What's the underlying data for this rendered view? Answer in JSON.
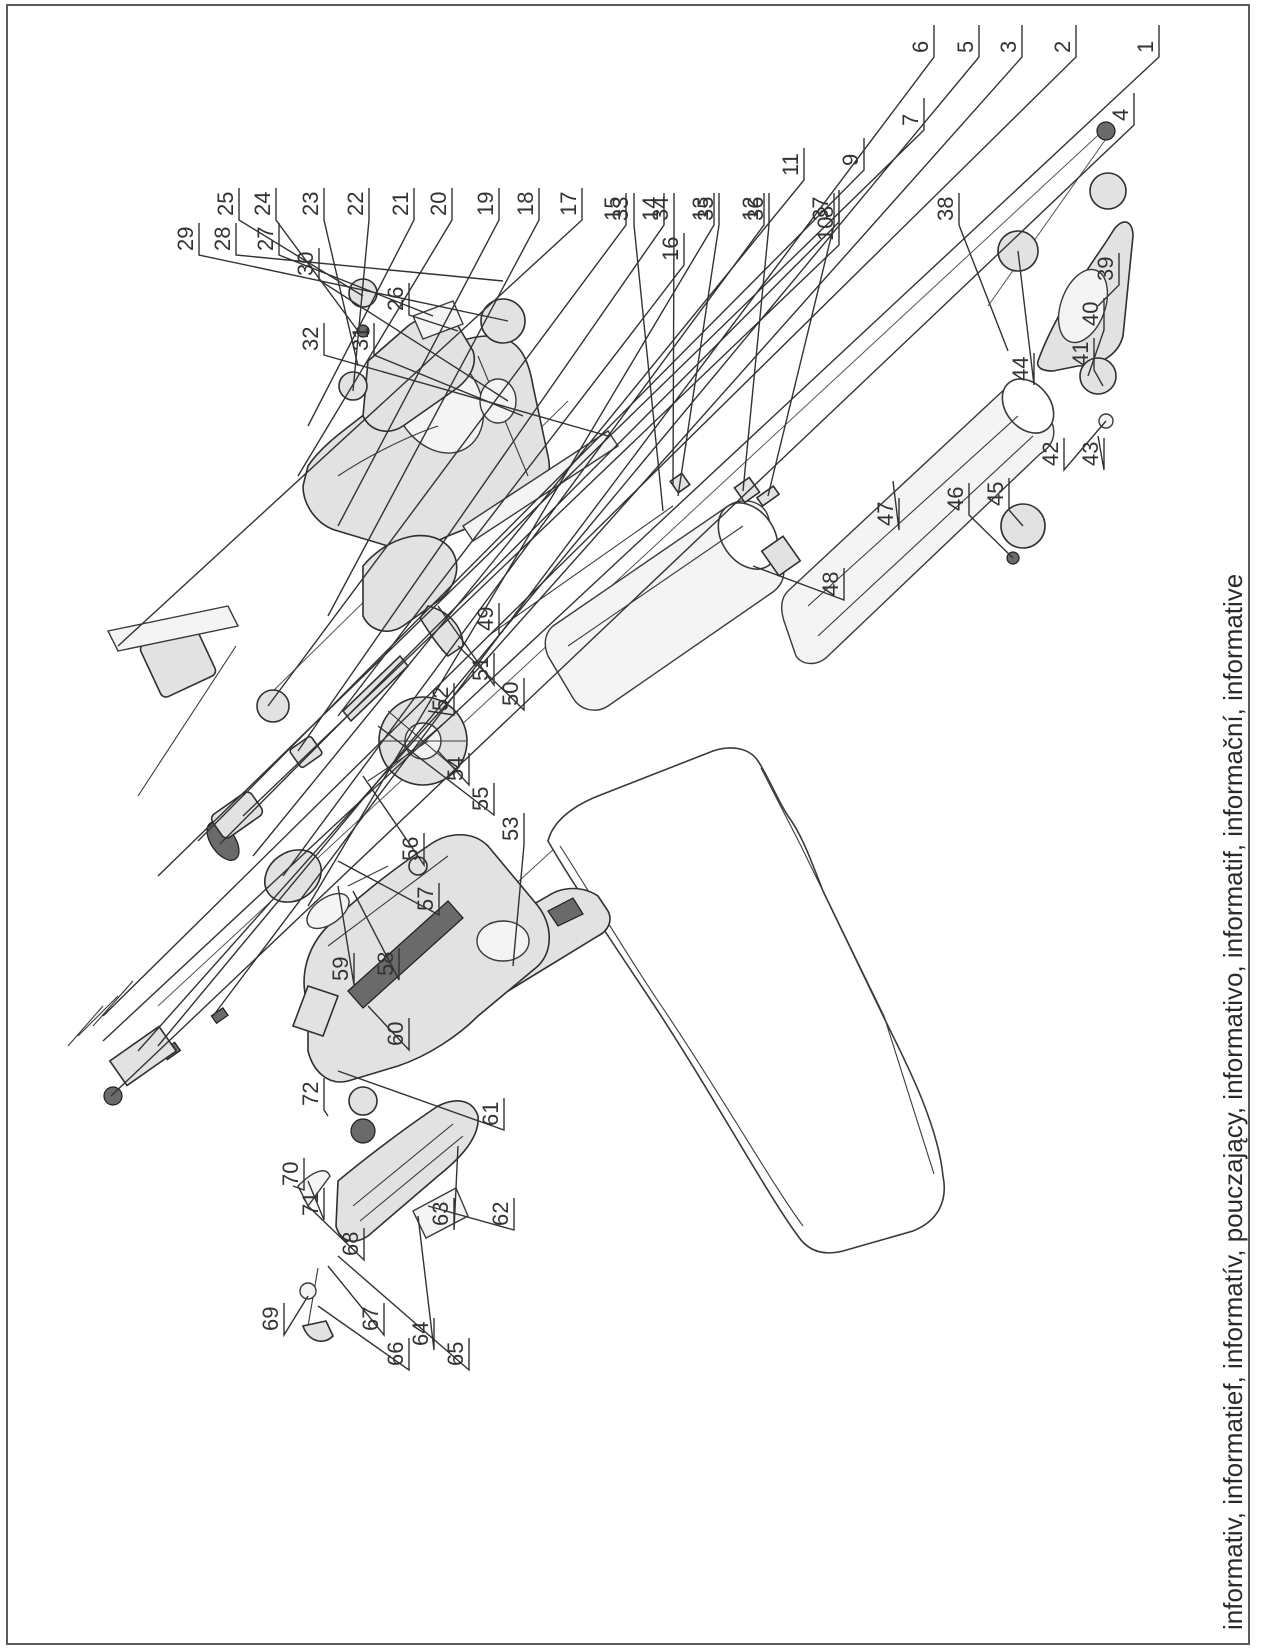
{
  "part_numbers": [
    "1",
    "2",
    "3",
    "4",
    "5",
    "6",
    "7",
    "8",
    "9",
    "10",
    "11",
    "12",
    "13",
    "14",
    "15",
    "16",
    "17",
    "18",
    "19",
    "20",
    "21",
    "22",
    "23",
    "24",
    "25",
    "26",
    "27",
    "28",
    "29",
    "30",
    "31",
    "32",
    "33",
    "34",
    "35",
    "36",
    "37",
    "38",
    "39",
    "40",
    "41",
    "42",
    "43",
    "44",
    "45",
    "46",
    "47",
    "48",
    "49",
    "50",
    "51",
    "52",
    "53",
    "54",
    "55",
    "56",
    "57",
    "58",
    "59",
    "60",
    "61",
    "62",
    "63",
    "64",
    "65",
    "66",
    "67",
    "68",
    "69",
    "70",
    "71",
    "72"
  ],
  "caption": "informativ, informatief, informatív, pouczający, informativo, informatif, informační, informative"
}
